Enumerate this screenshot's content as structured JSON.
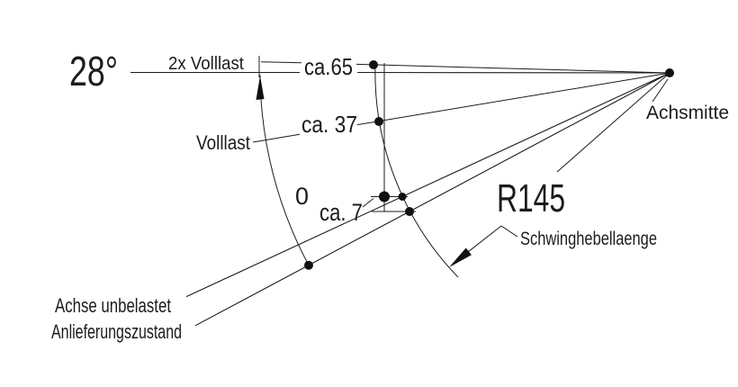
{
  "diagram": {
    "kind": "technical-drawing",
    "subject": "swing-arm axle travel diagram",
    "labels": {
      "angle": "28°",
      "load_2x": "2x Volllast",
      "dim_65": "ca.65",
      "dim_37": "ca. 37",
      "load_full": "Volllast",
      "dim_zero": "0",
      "dim_7": "ca. 7",
      "radius": "R145",
      "axle_center": "Achsmitte",
      "swing_lever_length": "Schwinghebellaenge",
      "axle_unloaded": "Achse unbelastet",
      "delivery_state": "Anlieferungszustand"
    },
    "values": {
      "travel_angle_deg": 28,
      "swing_lever_radius_mm": 145,
      "deflection_2x_volllast_mm": 65,
      "deflection_volllast_mm": 37,
      "deflection_unloaded_mm": 0,
      "deflection_delivery_mm": -7
    },
    "colors": {
      "line": "#1c1c1c",
      "background": "#ffffff"
    }
  }
}
